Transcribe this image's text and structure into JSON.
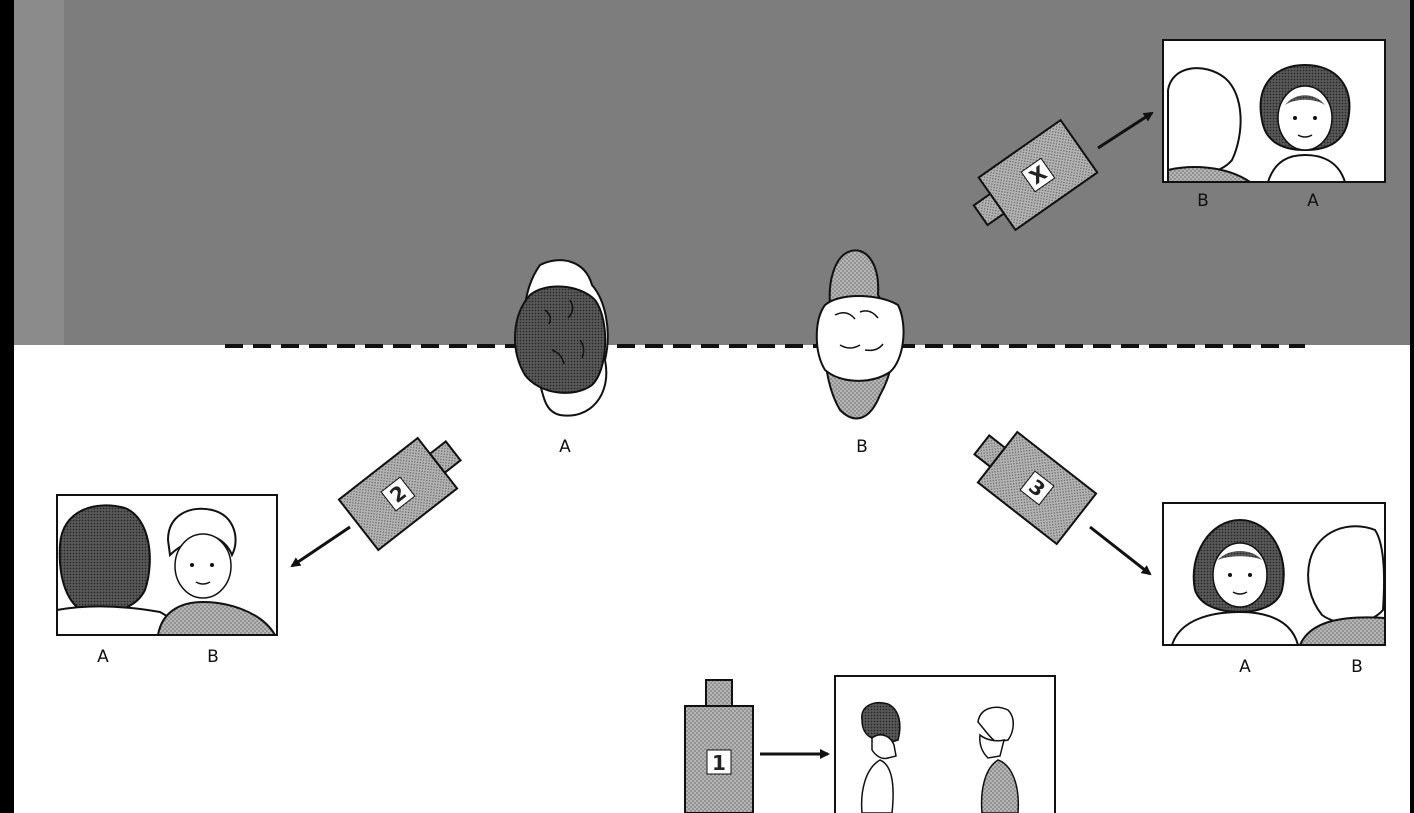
{
  "colors": {
    "background": "#000000",
    "off_screen_zone": "#7a7a7a",
    "on_screen_zone": "#ffffff",
    "camera_fill": "#a8a8a8",
    "ink": "#111111"
  },
  "subjects": {
    "a": {
      "label": "A"
    },
    "b": {
      "label": "B"
    }
  },
  "cameras": {
    "x": {
      "label": "X"
    },
    "one": {
      "label": "1"
    },
    "two": {
      "label": "2"
    },
    "three": {
      "label": "3"
    }
  },
  "frames": {
    "x": {
      "left_label": "B",
      "right_label": "A"
    },
    "two": {
      "left_label": "A",
      "right_label": "B"
    },
    "three": {
      "left_label": "A",
      "right_label": "B"
    }
  }
}
